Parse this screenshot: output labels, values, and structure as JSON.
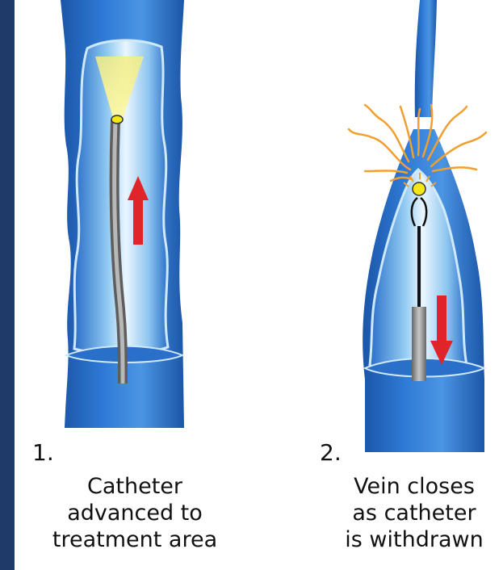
{
  "steps": [
    {
      "number": "1.",
      "caption_lines": [
        "Catheter",
        "advanced to",
        "treatment area"
      ]
    },
    {
      "number": "2.",
      "caption_lines": [
        "Vein closes",
        "as catheter",
        "is withdrawn"
      ]
    }
  ],
  "colors": {
    "frame": "#1f3a68",
    "vein_dark": "#1f5fb8",
    "vein_mid": "#2f7ad6",
    "vein_light": "#a9d8f5",
    "arrow": "#e0252a",
    "heat": "#f0a030",
    "tip": "#f3e61a",
    "catheter": "#8a8a8a"
  },
  "icons": {
    "step1_arrow": "arrow-up-icon",
    "step2_arrow": "arrow-down-icon"
  }
}
